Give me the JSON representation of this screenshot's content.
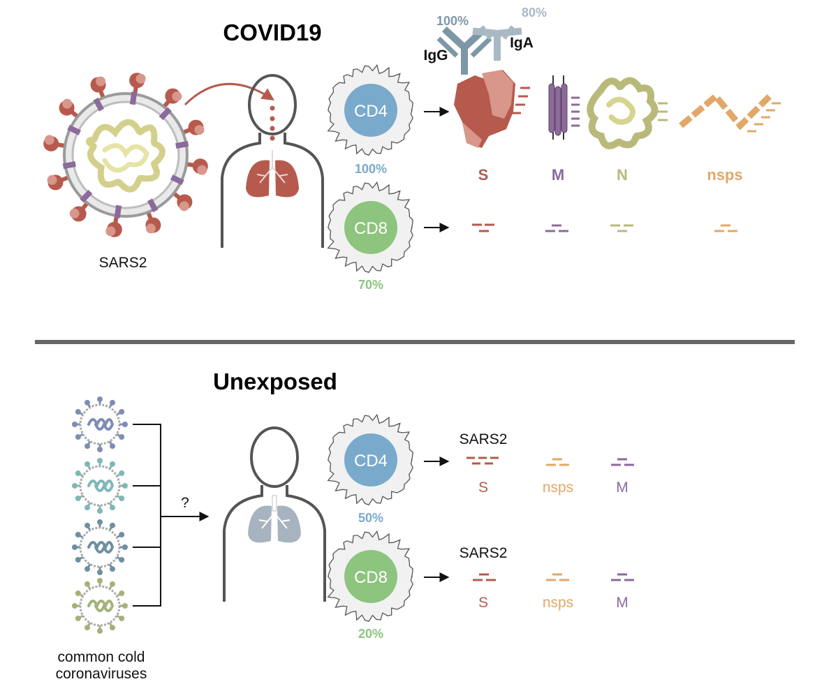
{
  "colors": {
    "s": "#b65a4d",
    "s_light": "#d9968b",
    "m": "#8c6a9b",
    "n": "#b9b97a",
    "n_fill": "#ecebb4",
    "nsps": "#e2a867",
    "cd4": "#79aacb",
    "cd8": "#8dc47e",
    "igg": "#7d97a6",
    "iga": "#a9b9c4",
    "divider": "#666666",
    "lung_exposed": "#b65a4d",
    "lung_unexposed": "#a7b4bf",
    "cold_virus_1": "#7d8db5",
    "cold_virus_2": "#7fb7b6",
    "cold_virus_3": "#6e8fa3",
    "cold_virus_4": "#a3b27a"
  },
  "top": {
    "title": "COVID19",
    "virus_label": "SARS2",
    "cd4_label": "CD4",
    "cd4_pct": "100%",
    "cd8_label": "CD8",
    "cd8_pct": "70%",
    "antibodies": {
      "igg_label": "IgG",
      "igg_pct": "100%",
      "iga_label": "IgA",
      "iga_pct": "80%"
    },
    "proteins": [
      "S",
      "M",
      "N",
      "nsps"
    ]
  },
  "bottom": {
    "title": "Unexposed",
    "viruses_label_line1": "common cold",
    "viruses_label_line2": "coronaviruses",
    "question": "?",
    "cd4_label": "CD4",
    "cd4_pct": "50%",
    "cd8_label": "CD8",
    "cd8_pct": "20%",
    "cd4_target_title": "SARS2",
    "cd8_target_title": "SARS2",
    "cd4_targets": [
      "S",
      "nsps",
      "M"
    ],
    "cd8_targets": [
      "S",
      "nsps",
      "M"
    ]
  }
}
